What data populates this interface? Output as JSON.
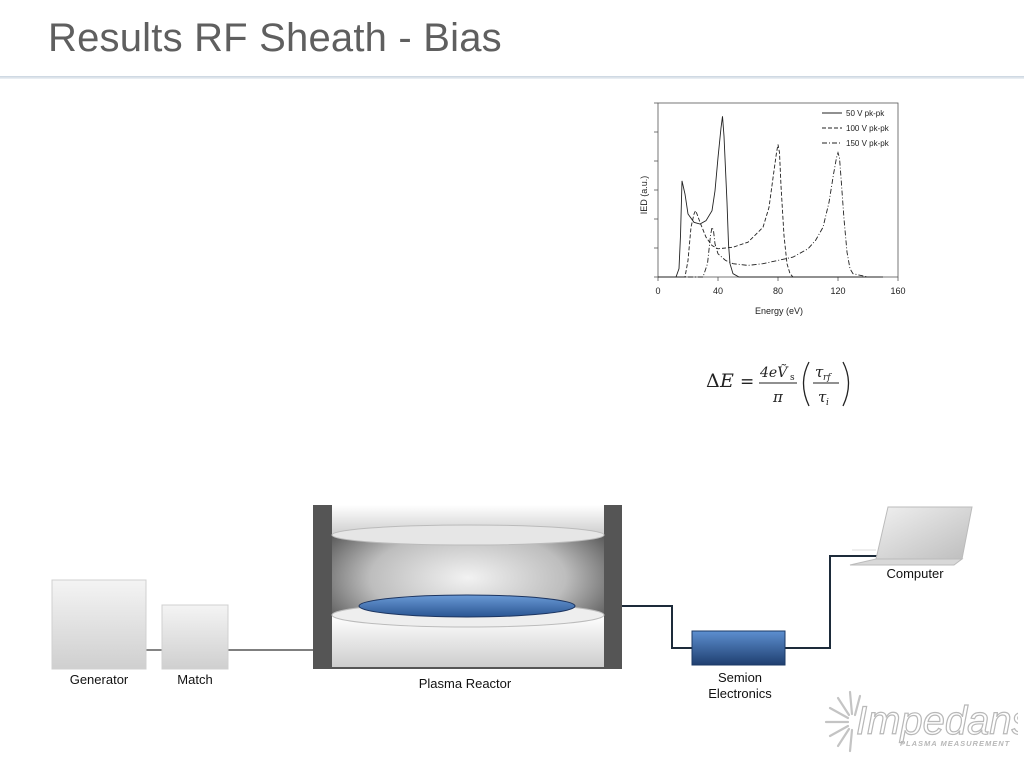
{
  "slide": {
    "title": "Results RF Sheath - Bias"
  },
  "chart_data": {
    "type": "line",
    "xlabel": "Energy (eV)",
    "ylabel": "IED (a.u.)",
    "xlim": [
      0,
      160
    ],
    "xticks": [
      "0",
      "40",
      "80",
      "120",
      "160"
    ],
    "legend_position": "top-right",
    "series": [
      {
        "name": "50 V pk-pk",
        "style": "solid",
        "x": [
          0,
          12,
          14,
          15,
          16,
          18,
          20,
          24,
          28,
          32,
          36,
          38,
          40,
          42,
          43,
          44,
          46,
          47,
          48,
          50,
          54,
          60,
          70,
          80,
          100,
          120,
          140,
          150
        ],
        "y": [
          0,
          0,
          0.05,
          0.25,
          0.58,
          0.5,
          0.38,
          0.33,
          0.32,
          0.34,
          0.4,
          0.52,
          0.72,
          0.9,
          0.97,
          0.85,
          0.45,
          0.2,
          0.08,
          0.02,
          0,
          0,
          0,
          0,
          0,
          0,
          0,
          0
        ]
      },
      {
        "name": "100 V pk-pk",
        "style": "dashed",
        "x": [
          0,
          18,
          20,
          22,
          24,
          25,
          26,
          28,
          32,
          36,
          40,
          50,
          60,
          70,
          74,
          77,
          79,
          80,
          81,
          82,
          84,
          86,
          88,
          90,
          100,
          120,
          150
        ],
        "y": [
          0,
          0,
          0.1,
          0.3,
          0.38,
          0.4,
          0.38,
          0.33,
          0.24,
          0.19,
          0.17,
          0.18,
          0.21,
          0.3,
          0.42,
          0.62,
          0.75,
          0.8,
          0.75,
          0.55,
          0.25,
          0.08,
          0.02,
          0,
          0,
          0,
          0
        ]
      },
      {
        "name": "150 V pk-pk",
        "style": "dash-dot",
        "x": [
          0,
          30,
          33,
          35,
          36,
          37,
          38,
          40,
          45,
          50,
          60,
          70,
          80,
          90,
          100,
          105,
          110,
          114,
          117,
          119,
          120,
          121,
          122,
          124,
          126,
          128,
          130,
          140,
          150
        ],
        "y": [
          0,
          0,
          0.08,
          0.25,
          0.3,
          0.28,
          0.2,
          0.14,
          0.1,
          0.08,
          0.07,
          0.08,
          0.1,
          0.12,
          0.17,
          0.22,
          0.3,
          0.45,
          0.62,
          0.72,
          0.75,
          0.72,
          0.6,
          0.35,
          0.15,
          0.05,
          0.02,
          0,
          0
        ]
      }
    ]
  },
  "formula": {
    "lhs_delta": "Δ",
    "lhs_var": "E",
    "equals": "=",
    "numerator": "4eṼ",
    "numerator_sub": "s",
    "denominator": "π",
    "tau_top": "τ",
    "tau_top_sub": "rf",
    "tau_bottom": "τ",
    "tau_bottom_sub": "i"
  },
  "diagram": {
    "generator_label": "Generator",
    "match_label": "Match",
    "reactor_label": "Plasma Reactor",
    "semion_label_line1": "Semion",
    "semion_label_line2": "Electronics",
    "computer_label": "Computer"
  },
  "logo": {
    "name": "Impedans",
    "tagline": "PLASMA MEASUREMENT"
  },
  "colors": {
    "title": "#5f5f5f",
    "electrode_blue": "#3c6fb0",
    "wire_dark": "#1d2b3a",
    "chamber_dark": "#555555"
  }
}
